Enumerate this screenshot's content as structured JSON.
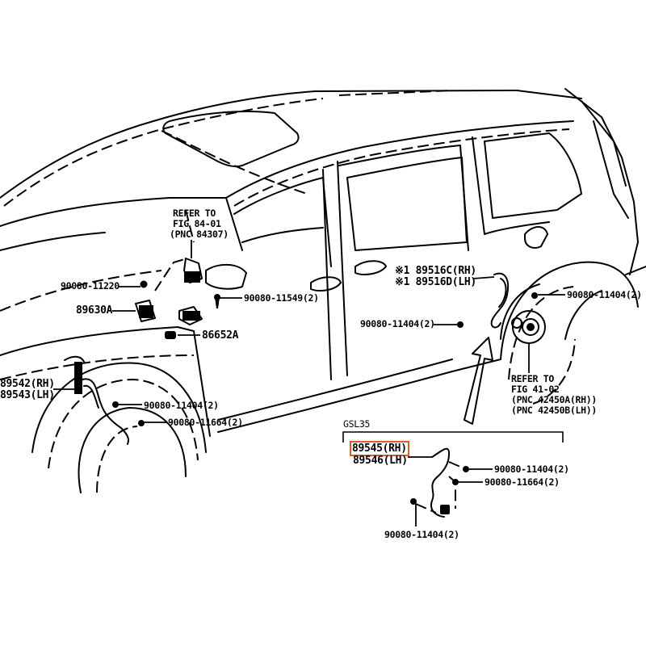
{
  "diagram": {
    "title": "Toyota Sienna ABS wheel speed sensor parts diagram",
    "colors": {
      "ink": "#000000",
      "highlight": "#e05a2a",
      "background": "#ffffff"
    },
    "callouts": {
      "refer_front": [
        "REFER TO",
        "FIG 84-01",
        "(PNC 84307)"
      ],
      "bolt_11220": "90080-11220",
      "sensor_89630a": "89630A",
      "bolt_11549": "90080-11549(2)",
      "relay_86652a": "86652A",
      "rear_sensor_rh": "※1 89516C(RH)",
      "rear_sensor_lh": "※1 89516D(LH)",
      "bolt_rear_top": "90080-11404(2)",
      "bolt_rear_mid": "90080-11404(2)",
      "refer_rear": [
        "REFER TO",
        "FIG 41-02",
        "(PNC 42450A(RH))",
        "(PNC 42450B(LH))"
      ],
      "front_sensor_rh": "89542(RH)",
      "front_sensor_lh": "89543(LH)",
      "bolt_front_a": "90080-11404(2)",
      "bolt_front_b": "90080-11664(2)"
    },
    "inset": {
      "code": "GSL35",
      "sensor_rh": "89545(RH)",
      "sensor_lh": "89546(LH)",
      "bolt_a": "90080-11404(2)",
      "bolt_b": "90080-11664(2)",
      "bolt_c": "90080-11404(2)"
    }
  }
}
